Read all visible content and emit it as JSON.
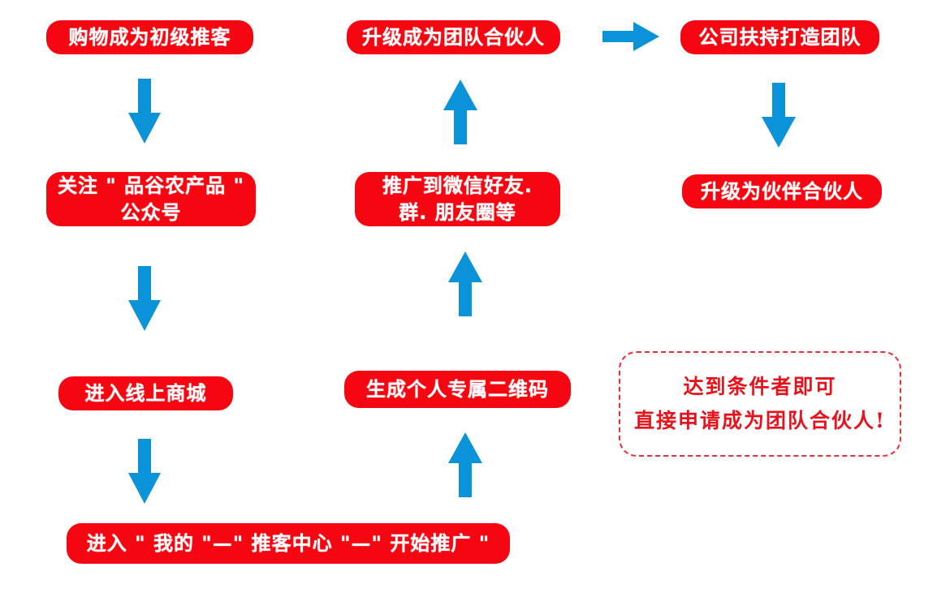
{
  "steps": {
    "buy": "购物成为初级推客",
    "follow": "关注 \" 品谷农产品 \"\n公众号",
    "enter_mall": "进入线上商城",
    "enter_center": "进入 \" 我的 \"—\" 推客中心 \"—\" 开始推广 \"",
    "qrcode": "生成个人专属二维码",
    "share": "推广到微信好友.\n群. 朋友圈等",
    "upgrade_partner": "升级成为团队合伙人",
    "company_support": "公司扶持打造团队",
    "upgrade_to_partner": "升级为伙伴合伙人"
  },
  "note": {
    "line1": "达到条件者即可",
    "line2": "直接申请成为团队合伙人!"
  },
  "colors": {
    "box": "#f50610",
    "arrow": "#0b93d9",
    "note_text": "#e8121c",
    "note_border": "#e8303a"
  }
}
